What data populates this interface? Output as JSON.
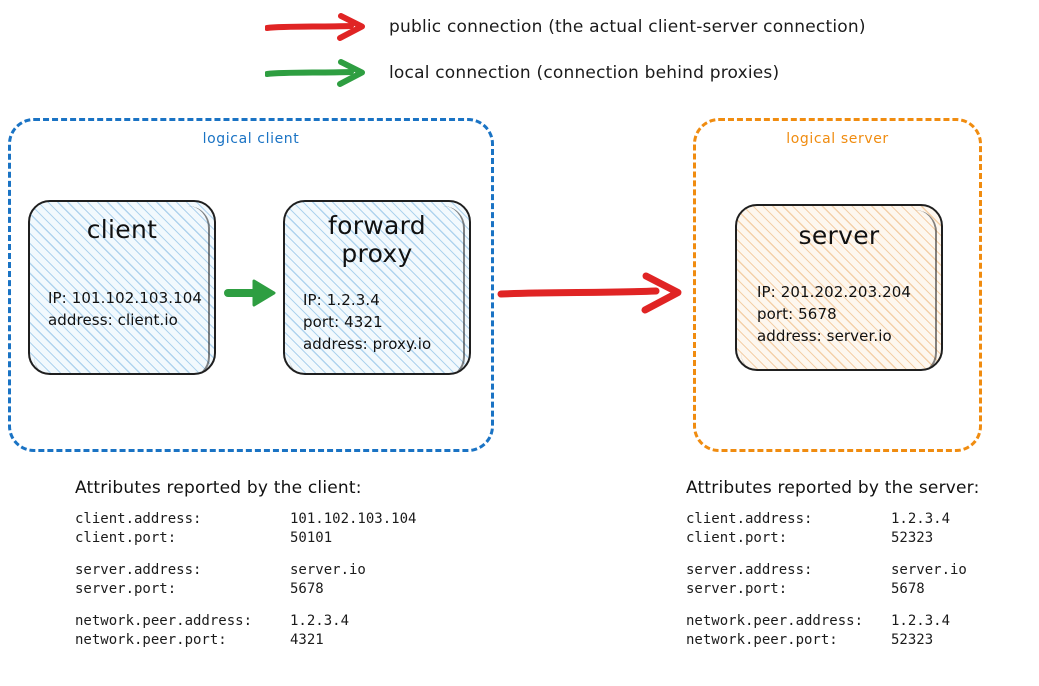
{
  "legend": {
    "items": [
      {
        "icon": "red-arrow-icon",
        "color": "#e02424",
        "label": "public connection (the actual client-server connection)"
      },
      {
        "icon": "green-arrow-icon",
        "color": "#2e9e41",
        "label": "local connection (connection behind proxies)"
      }
    ]
  },
  "diagram": {
    "logical_client": {
      "label": "logical client",
      "border_color": "#1a73c4",
      "nodes": [
        {
          "name": "client",
          "title": "client",
          "details": "IP: 101.102.103.104\naddress: client.io",
          "fill": "#f2f9fd",
          "hatch": "#78b4e1"
        },
        {
          "name": "forward-proxy",
          "title": "forward\nproxy",
          "details": "IP: 1.2.3.4\nport: 4321\naddress: proxy.io",
          "fill": "#f2f9fd",
          "hatch": "#78b4e1"
        }
      ]
    },
    "logical_server": {
      "label": "logical server",
      "border_color": "#f08c10",
      "nodes": [
        {
          "name": "server",
          "title": "server",
          "details": "IP: 201.202.203.204\nport: 5678\naddress: server.io",
          "fill": "#fdf7ef",
          "hatch": "#ebaf6e"
        }
      ]
    },
    "arrows": [
      {
        "name": "local-connection-arrow",
        "color": "#2e9e41",
        "from": "client",
        "to": "forward-proxy"
      },
      {
        "name": "public-connection-arrow",
        "color": "#e02424",
        "from": "logical-client",
        "to": "logical-server"
      }
    ]
  },
  "attributes_client": {
    "heading": "Attributes reported by the client:",
    "groups": [
      [
        {
          "key": "client.address:",
          "value": "101.102.103.104"
        },
        {
          "key": "client.port:",
          "value": "50101"
        }
      ],
      [
        {
          "key": "server.address:",
          "value": "server.io"
        },
        {
          "key": "server.port:",
          "value": "5678"
        }
      ],
      [
        {
          "key": "network.peer.address:",
          "value": "1.2.3.4"
        },
        {
          "key": "network.peer.port:",
          "value": "4321"
        }
      ]
    ]
  },
  "attributes_server": {
    "heading": "Attributes reported by the server:",
    "groups": [
      [
        {
          "key": "client.address:",
          "value": "1.2.3.4"
        },
        {
          "key": "client.port:",
          "value": "52323"
        }
      ],
      [
        {
          "key": "server.address:",
          "value": "server.io"
        },
        {
          "key": "server.port:",
          "value": "5678"
        }
      ],
      [
        {
          "key": "network.peer.address:",
          "value": "1.2.3.4"
        },
        {
          "key": "network.peer.port:",
          "value": "52323"
        }
      ]
    ]
  }
}
